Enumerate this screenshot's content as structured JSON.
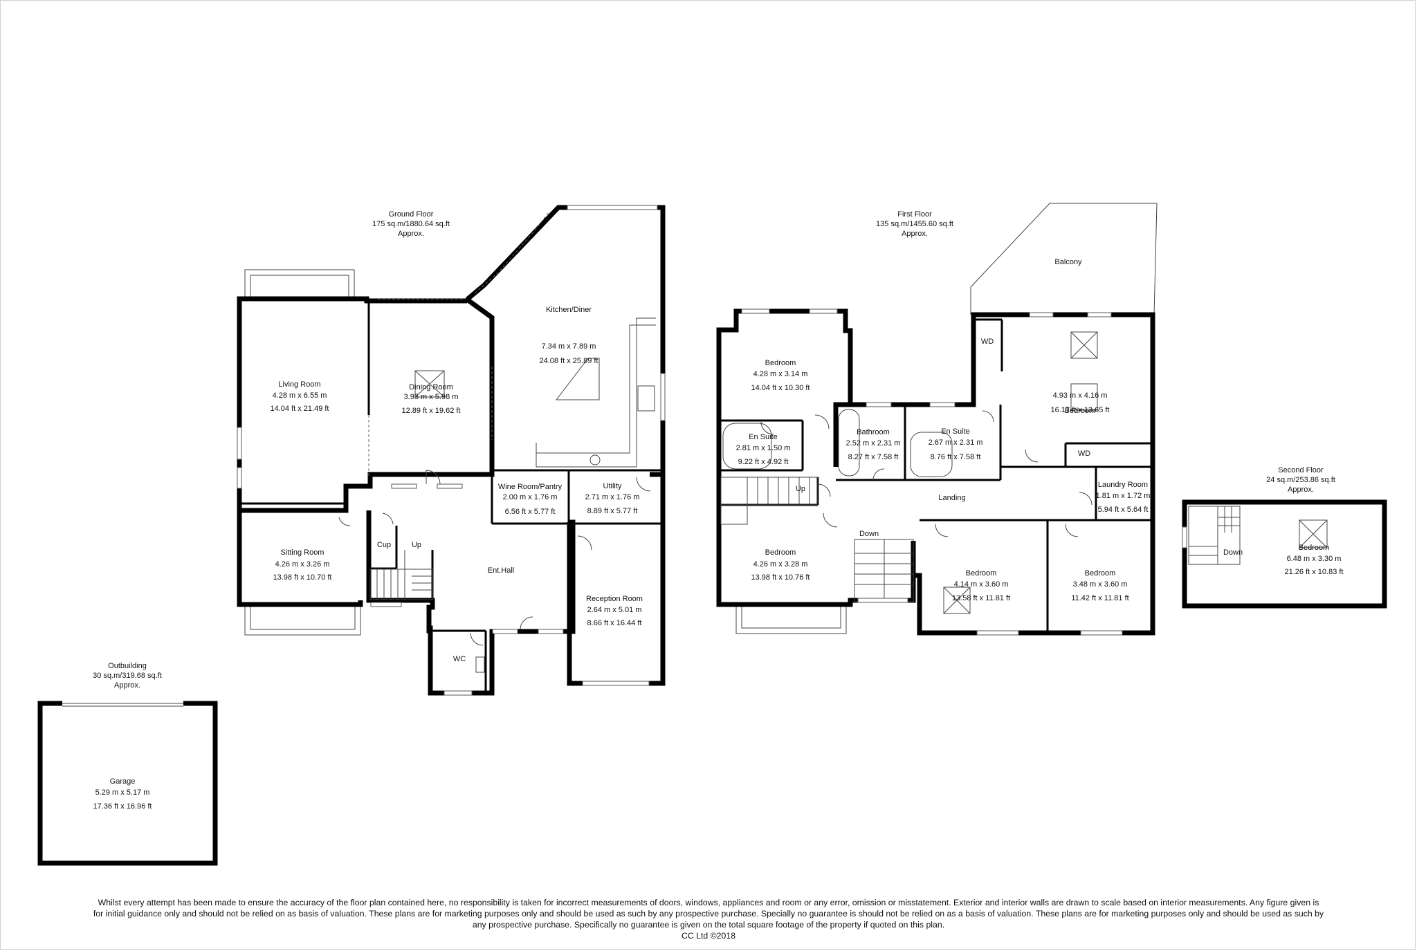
{
  "ground_floor": {
    "header": [
      "Ground Floor",
      "175 sq.m/1880.64 sq.ft",
      "Approx."
    ],
    "rooms": {
      "living": [
        "Living Room",
        "4.28 m x 6.55 m",
        "14.04 ft x 21.49 ft"
      ],
      "dining": [
        "Dining Room",
        "3.93 m x 5.98 m",
        "12.89 ft x 19.62 ft"
      ],
      "kitchen": [
        "Kitchen/Diner",
        "7.34 m x 7.89 m",
        "24.08 ft x 25.89 ft"
      ],
      "wine": [
        "Wine Room/Pantry",
        "2.00 m x 1.76 m",
        "6.56 ft x 5.77 ft"
      ],
      "utility": [
        "Utility",
        "2.71 m x 1.76 m",
        "8.89 ft x 5.77 ft"
      ],
      "sitting": [
        "Sitting Room",
        "4.26 m x 3.26 m",
        "13.98 ft x 10.70 ft"
      ],
      "reception": [
        "Reception Room",
        "2.64 m x 5.01 m",
        "8.66 ft x 16.44 ft"
      ]
    },
    "labels": {
      "cup": "Cup",
      "up": "Up",
      "hall": "Ent.Hall",
      "wc": "WC"
    }
  },
  "first_floor": {
    "header": [
      "First Floor",
      "135 sq.m/1455.60 sq.ft",
      "Approx."
    ],
    "rooms": {
      "bed1": [
        "Bedroom",
        "4.28 m x 3.14 m",
        "14.04 ft x 10.30 ft"
      ],
      "ensuite1": [
        "En Suite",
        "2.81 m x 1.50 m",
        "9.22 ft x 4.92 ft"
      ],
      "bathroom": [
        "Bathroom",
        "2.52 m x 2.31 m",
        "8.27 ft x 7.58 ft"
      ],
      "ensuite2": [
        "En Suite",
        "2.67 m x 2.31 m",
        "8.76 ft x 7.58 ft"
      ],
      "bed_master": [
        "Bedroom",
        "4.93 m x 4.16 m",
        "16.17 ft x 13.65 ft"
      ],
      "laundry": [
        "Laundry Room",
        "1.81 m x 1.72 m",
        "5.94 ft x 5.64 ft"
      ],
      "bed2": [
        "Bedroom",
        "4.26 m x 3.28 m",
        "13.98 ft x 10.76 ft"
      ],
      "bed3": [
        "Bedroom",
        "4.14 m x 3.60 m",
        "13.58 ft x 11.81 ft"
      ],
      "bed4": [
        "Bedroom",
        "3.48 m x 3.60 m",
        "11.42 ft x 11.81 ft"
      ]
    },
    "labels": {
      "balcony": "Balcony",
      "wd1": "WD",
      "wd2": "WD",
      "up": "Up",
      "down": "Down",
      "landing": "Landing"
    }
  },
  "second_floor": {
    "header": [
      "Second Floor",
      "24 sq.m/253.86 sq.ft",
      "Approx."
    ],
    "rooms": {
      "bed": [
        "Bedroom",
        "6.48 m x 3.30 m",
        "21.26 ft x 10.83 ft"
      ]
    },
    "labels": {
      "down": "Down"
    }
  },
  "outbuilding": {
    "header": [
      "Outbuilding",
      "30 sq.m/319.68 sq.ft",
      "Approx."
    ],
    "rooms": {
      "garage": [
        "Garage",
        "5.29 m x 5.17 m",
        "17.36 ft x 16.96 ft"
      ]
    }
  },
  "disclaimer": [
    "Whilst every attempt has been made to ensure the accuracy of the floor plan contained here, no responsibility is taken for incorrect measurements of doors, windows, appliances and room or any error, omission or misstatement. Exterior and interior walls are drawn to scale based on interior measurements. Any figure given is",
    "for initial guidance only and should not be relied on as basis of valuation. These plans are for marketing purposes only and should be used as such by any prospective purchase. Specially no guarantee is should not be relied on as a basis of valuation. These plans are for marketing purposes only and should be used as such by",
    "any prospective purchase. Specifically no guarantee is given on the total square footage of the property if quoted on this plan.",
    "CC Ltd ©2018"
  ]
}
